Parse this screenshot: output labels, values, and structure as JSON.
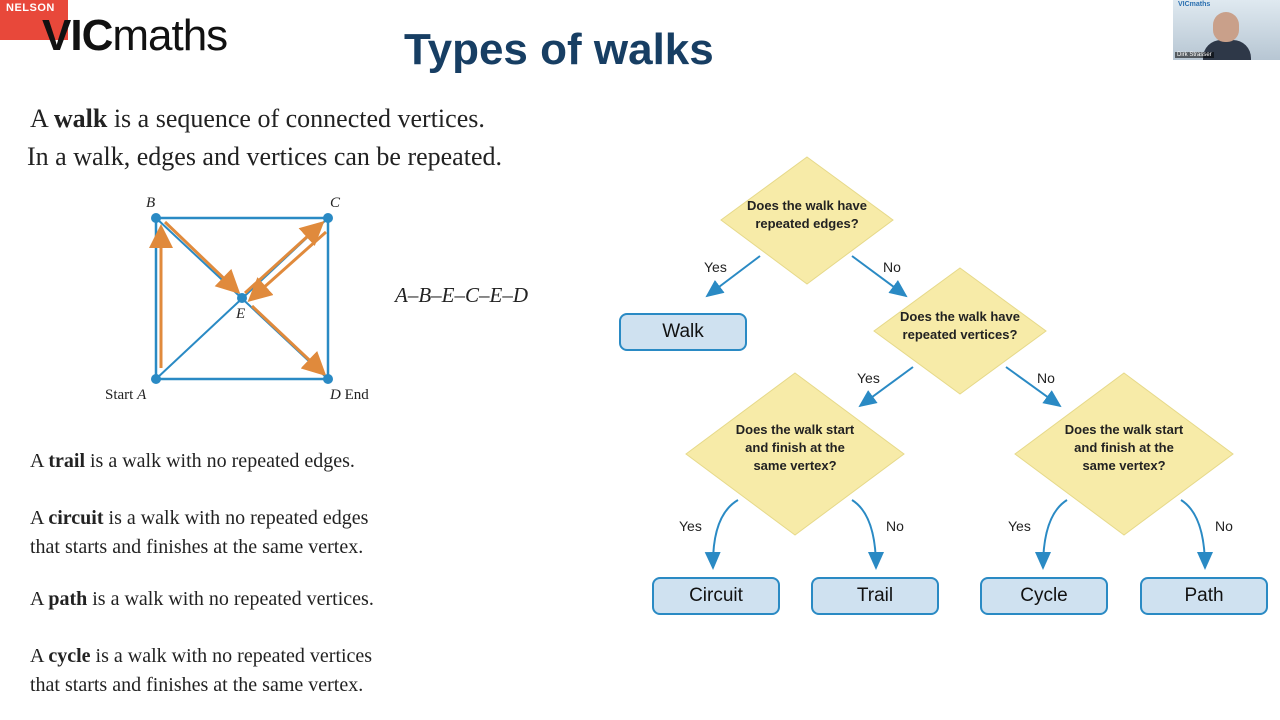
{
  "header": {
    "nelson": "NELSON",
    "brand_bold": "VIC",
    "brand_rest": "maths",
    "title": "Types of walks"
  },
  "webcam": {
    "mini_logo": "VICmaths",
    "name": "Dirk Strasser"
  },
  "walk": {
    "def1_pre": "A ",
    "def1_term": "walk",
    "def1_post": " is a sequence of connected vertices.",
    "def2": "In a walk, edges and vertices can be repeated.",
    "sequence": "A–B–E–C–E–D"
  },
  "graph": {
    "labels": {
      "B": "B",
      "C": "C",
      "E": "E",
      "A": "A",
      "D": "D",
      "start": "Start",
      "end": "End"
    }
  },
  "definitions": {
    "trail": {
      "pre": "A ",
      "term": "trail",
      "post": " is a walk with no repeated edges."
    },
    "circuit": {
      "pre": "A ",
      "term": "circuit",
      "post": " is a walk with no repeated edges",
      "line2": "that starts and finishes at the same vertex."
    },
    "path": {
      "pre": "A ",
      "term": "path",
      "post": " is a walk with no repeated vertices."
    },
    "cycle": {
      "pre": "A ",
      "term": "cycle",
      "post": " is a walk with no repeated vertices",
      "line2": "that starts and finishes at the same vertex."
    }
  },
  "flowchart": {
    "q1": "Does the walk have repeated edges?",
    "q2": "Does the walk have repeated vertices?",
    "q3": "Does the walk start and finish at the same vertex?",
    "q4": "Does the walk start and finish at the same vertex?",
    "yes": "Yes",
    "no": "No",
    "walk": "Walk",
    "circuit": "Circuit",
    "trail": "Trail",
    "cycle": "Cycle",
    "path": "Path"
  },
  "colors": {
    "title": "#173e63",
    "graph_edge": "#2a8ac4",
    "walk_arrow": "#e08a3c",
    "diamond_fill": "#f7eba8",
    "box_fill": "#cfe1f0",
    "nelson_red": "#e8483a"
  }
}
